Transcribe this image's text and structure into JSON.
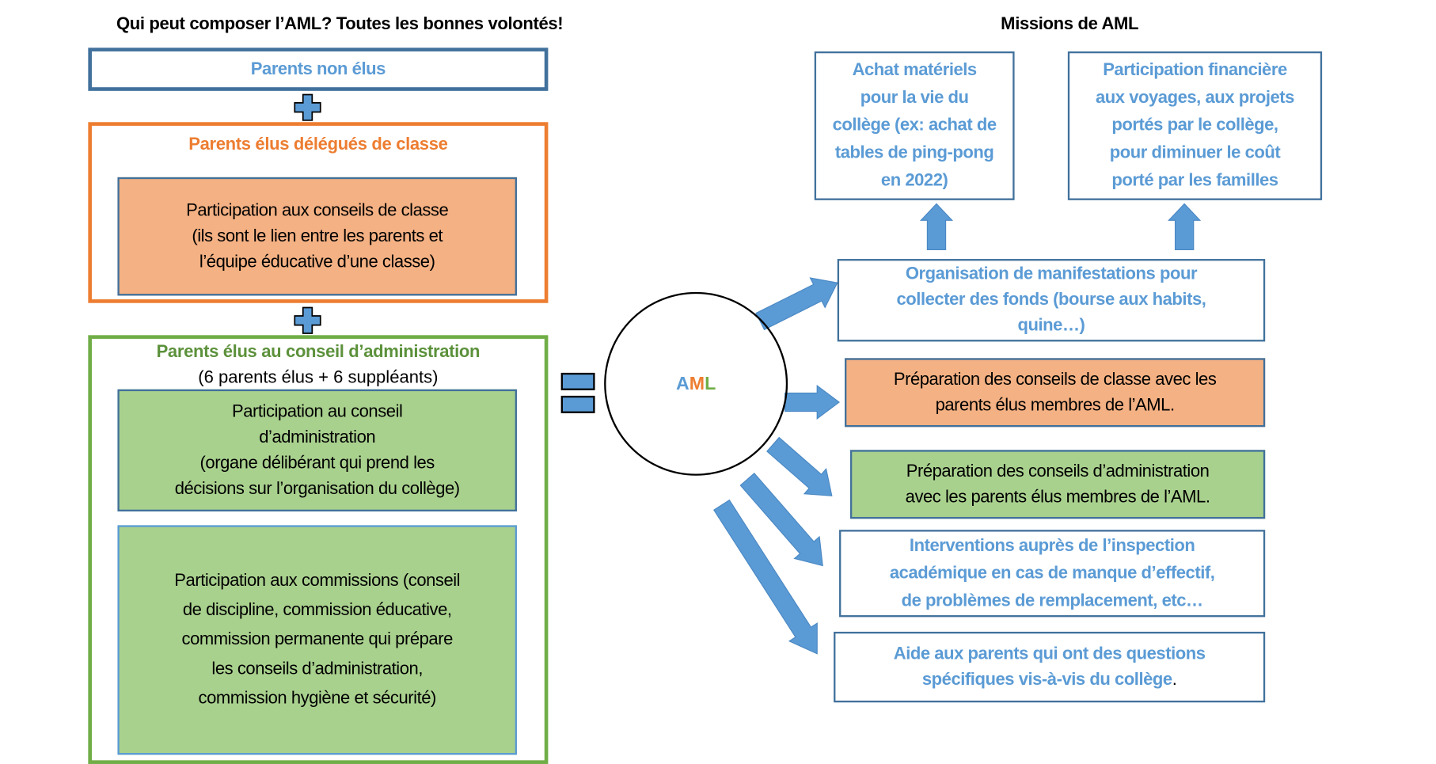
{
  "left": {
    "title": "Qui peut composer l’AML? Toutes les bonnes volontés!",
    "non_elus": "Parents non élus",
    "delegues": {
      "title": "Parents élus délégués de classe",
      "lines": [
        "Participation aux conseils de classe",
        "(ils sont le lien entre les parents et",
        "l’équipe éducative d’une classe)"
      ]
    },
    "ca": {
      "title": "Parents élus au conseil d’administration",
      "subtitle": "(6 parents élus + 6 suppléants)",
      "box1": [
        "Participation au conseil",
        "d’administration",
        "(organe délibérant qui prend les",
        "décisions sur l’organisation du collège)"
      ],
      "box2": [
        "Participation aux commissions (conseil",
        "de discipline, commission éducative,",
        "commission permanente qui prépare",
        "les conseils d’administration,",
        "commission hygiène et sécurité)"
      ]
    }
  },
  "center": {
    "a": "A",
    "m": "M",
    "l": "L"
  },
  "right": {
    "title": "Missions de AML",
    "achat": [
      "Achat matériels",
      "pour la vie du",
      "collège (ex: achat de",
      "tables de ping-pong",
      "en 2022)"
    ],
    "participation": [
      "Participation financière",
      "aux voyages, aux projets",
      "portés par le collège,",
      "pour diminuer le coût",
      "porté par les familles"
    ],
    "organisation": [
      "Organisation de manifestations pour",
      "collecter des fonds (bourse aux habits,",
      "quine…)"
    ],
    "prep_classe": [
      "Préparation des conseils de classe avec les",
      "parents élus membres de l’AML."
    ],
    "prep_ca": [
      "Préparation des conseils d’administration",
      "avec les parents élus membres de l’AML."
    ],
    "interventions": [
      "Interventions auprès de l’inspection",
      "académique en cas de manque d’effectif,",
      "de problèmes de remplacement, etc…"
    ],
    "aide": [
      "Aide aux parents qui ont des questions",
      "spécifiques vis-à-vis du collège"
    ],
    "aide_end": "."
  },
  "colors": {
    "blue": "#5b9bd5",
    "orange": "#ed7d31",
    "green": "#70ad47",
    "orange_fill": "#f4b183",
    "green_fill": "#a9d18e",
    "border": "#41719c"
  }
}
